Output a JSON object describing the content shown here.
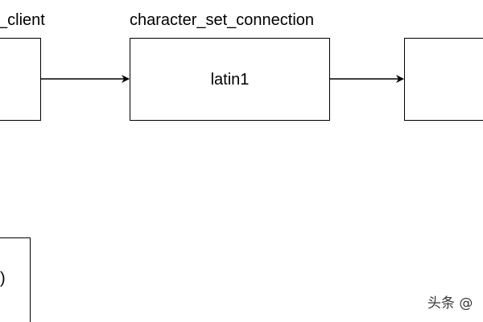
{
  "diagram": {
    "nodes": [
      {
        "id": "client",
        "header": "_client",
        "value": ""
      },
      {
        "id": "connection",
        "header": "character_set_connection",
        "value": "latin1"
      },
      {
        "id": "next",
        "header": "",
        "value": ""
      },
      {
        "id": "lower",
        "header": "",
        "value": ")"
      }
    ],
    "edges": [
      {
        "from": "client",
        "to": "connection"
      },
      {
        "from": "connection",
        "to": "next"
      }
    ]
  },
  "watermark": "头条 @",
  "colors": {
    "stroke": "#000000",
    "background": "#ffffff"
  }
}
